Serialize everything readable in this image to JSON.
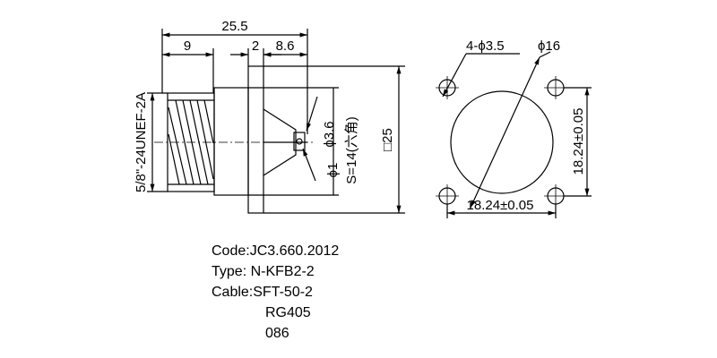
{
  "side_view": {
    "dim_total": "25.5",
    "dim_left": "9",
    "dim_flange": "2",
    "dim_right": "8.6",
    "thread": "5/8\"-24UNEF-2A",
    "pin_dia": "ϕ3.6",
    "small_dia": "ϕ1",
    "hex": "S=14(六角)",
    "square": "□25"
  },
  "front_view": {
    "holes": "4-ϕ3.5",
    "body_dia": "ϕ16",
    "spacing_h": "18.24±0.05",
    "spacing_v": "18.24±0.05"
  },
  "specs": {
    "code": "Code:JC3.660.2012",
    "type": "Type: N-KFB2-2",
    "cable": "Cable:SFT-50-2",
    "cable_alt1": "RG405",
    "cable_alt2": "086"
  }
}
